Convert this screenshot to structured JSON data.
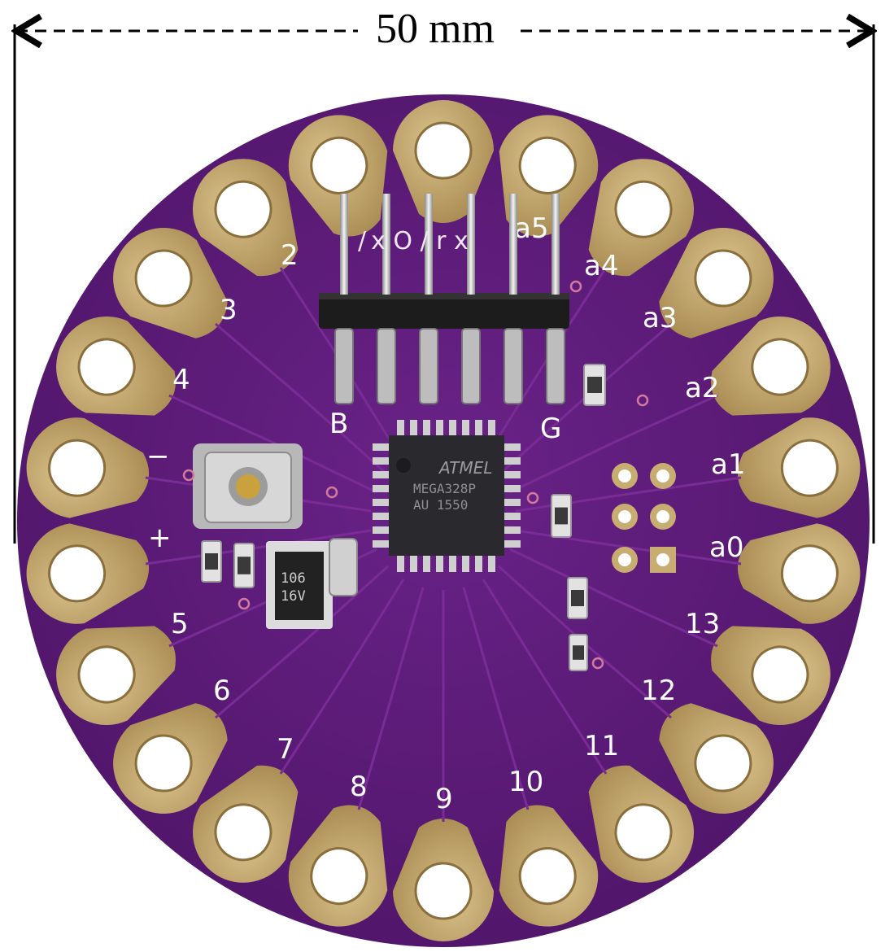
{
  "dimension": {
    "label": "50 mm"
  },
  "board": {
    "color": "#5a1a78",
    "pad_color": "#c8ad72",
    "trace_color": "#7a2c96",
    "pin_labels": [
      "2",
      "3",
      "4",
      "−",
      "+",
      "5",
      "6",
      "7",
      "8",
      "9",
      "10",
      "11",
      "12",
      "13",
      "a0",
      "a1",
      "a2",
      "a3",
      "a4",
      "a5"
    ],
    "header_labels": {
      "b": "B",
      "g": "G",
      "top": "/ x O / r x"
    },
    "chip": {
      "logo": "ATMEL",
      "line1": "MEGA328P",
      "line2": "AU 1550"
    },
    "cap_label": {
      "line1": "106",
      "line2": "16V"
    }
  }
}
